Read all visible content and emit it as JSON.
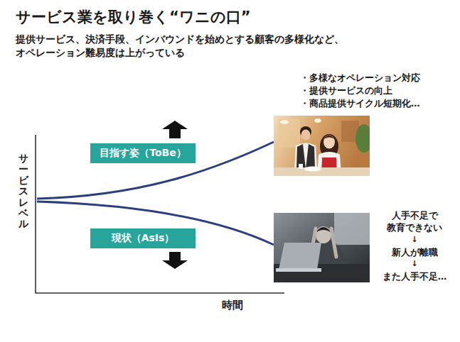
{
  "diagram": {
    "title": "サービス業を取り巻く“ワニの口”",
    "nodes": [
      {
        "text": [
          "目指す姿（ToBe）"
        ]
      },
      {
        "text": [
          "現状（AsIs）"
        ]
      }
    ],
    "labels": [
      "提供サービス、決済手段、インバウンドを始めとする顧客の多様化など、 オペレーション難易度は上がっている",
      "サービスレベル",
      "時間",
      "・多様なオペレーション対応",
      "・提供サービスの向上",
      "・商品提供サイクル短期化…",
      "人手不足で 教育できない",
      "↓",
      "新人が離職",
      "↓",
      "また人手不足…"
    ]
  }
}
